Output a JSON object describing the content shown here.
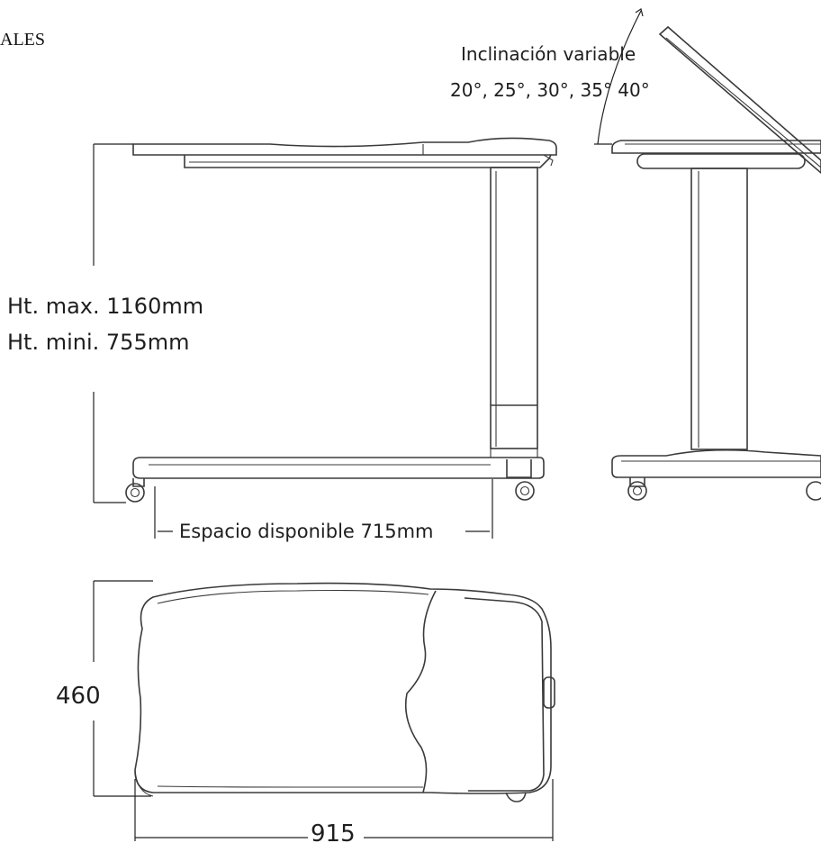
{
  "header": {
    "text": "ALES"
  },
  "side_view": {
    "height_max": "Ht. max. 1160mm",
    "height_min": "Ht. mini. 755mm",
    "clearance": "Espacio disponible 715mm"
  },
  "front_view": {
    "tilt_title": "Inclinación variable",
    "tilt_angles": "20°, 25°, 30°, 35° 40°"
  },
  "top_view": {
    "depth": "460",
    "width": "915"
  },
  "colors": {
    "line": "#3a3a3a",
    "background": "#ffffff"
  }
}
